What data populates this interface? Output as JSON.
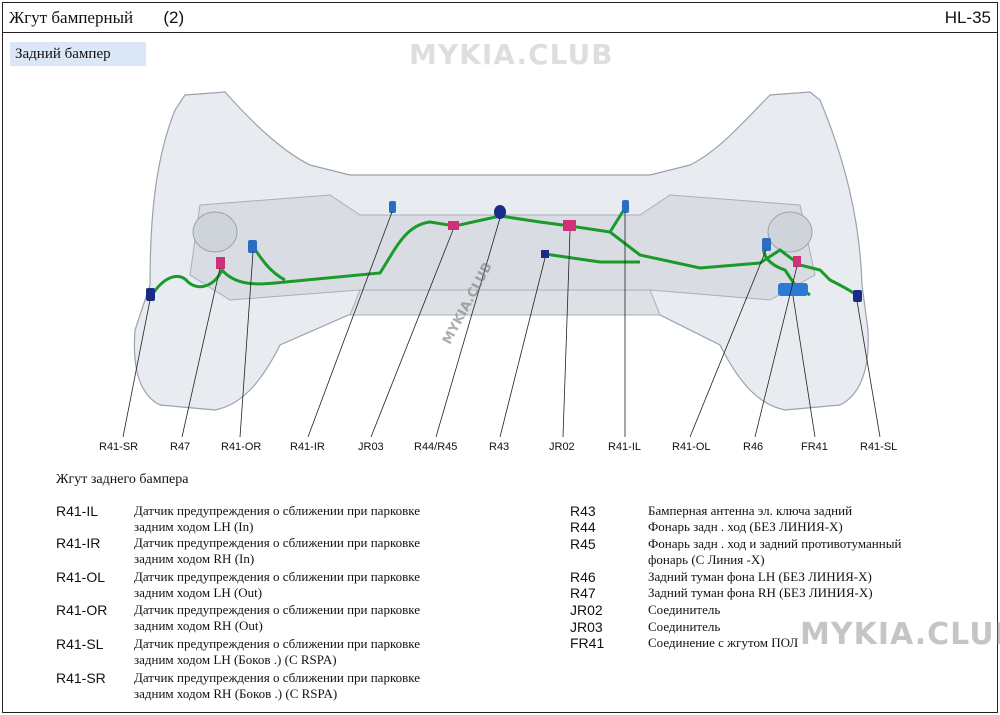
{
  "header": {
    "title": "Жгут  бамперный",
    "title_num": "(2)",
    "page_code": "HL-35"
  },
  "section": {
    "label": "Задний   бампер"
  },
  "watermarks": {
    "top": "MYKIA.CLUB",
    "diagonal": "MYKIA.CLUB",
    "bottom": "MYKIA.CLUB"
  },
  "callouts": [
    {
      "id": "c1",
      "label": "R41-SR"
    },
    {
      "id": "c2",
      "label": "R47"
    },
    {
      "id": "c3",
      "label": "R41-OR"
    },
    {
      "id": "c4",
      "label": "R41-IR"
    },
    {
      "id": "c5",
      "label": "JR03"
    },
    {
      "id": "c6",
      "label": "R44/R45"
    },
    {
      "id": "c7",
      "label": "R43"
    },
    {
      "id": "c8",
      "label": "JR02"
    },
    {
      "id": "c9",
      "label": "R41-IL"
    },
    {
      "id": "c10",
      "label": "R41-OL"
    },
    {
      "id": "c11",
      "label": "R46"
    },
    {
      "id": "c12",
      "label": "FR41"
    },
    {
      "id": "c13",
      "label": "R41-SL"
    }
  ],
  "legend": {
    "title": "Жгут  заднего    бампера",
    "left": [
      {
        "code": "R41-IL",
        "line1": "Датчик  предупреждения     о сближении   при парковке",
        "line2": "задним  ходом  LH (In)"
      },
      {
        "code": "R41-IR",
        "line1": "Датчик  предупреждения     о сближении   при парковке",
        "line2": "задним  ходом  RH (In)"
      },
      {
        "code": "R41-OL",
        "line1": "Датчик  предупреждения     о сближении   при парковке",
        "line2": "задним  ходом  LH (Out)"
      },
      {
        "code": "R41-OR",
        "line1": "Датчик  предупреждения     о сближении   при парковке",
        "line2": "задним  ходом  RH (Out)"
      },
      {
        "code": "R41-SL",
        "line1": "Датчик  предупреждения     о сближении   при парковке",
        "line2": "задним  ходом  LH (Боков .) (С RSPA)"
      },
      {
        "code": "R41-SR",
        "line1": "Датчик  предупреждения     о сближении   при парковке",
        "line2": "задним  ходом  RH (Боков .) (С RSPA)"
      }
    ],
    "right": [
      {
        "code": "R43",
        "line1": "Бамперная   антенна  эл. ключа  задний",
        "line2": ""
      },
      {
        "code": "R44",
        "line1": "Фонарь  задн . ход  (БЕЗ  ЛИНИЯ-Х)",
        "line2": ""
      },
      {
        "code": "R45",
        "line1": "Фонарь  задн . ход  и задний   противотуманный",
        "line2": "фонарь   (С Линия -Х)"
      },
      {
        "code": "R46",
        "line1": "Задний  туман  фона  LH (БЕЗ  ЛИНИЯ-Х)",
        "line2": ""
      },
      {
        "code": "R47",
        "line1": "Задний  туман  фона  RH (БЕЗ  ЛИНИЯ-Х)",
        "line2": ""
      },
      {
        "code": "JR02",
        "line1": "Соединитель",
        "line2": ""
      },
      {
        "code": "JR03",
        "line1": "Соединитель",
        "line2": ""
      },
      {
        "code": "FR41",
        "line1": "Соединение   с жгутом  ПОЛ",
        "line2": ""
      }
    ]
  },
  "colors": {
    "harness": "#1a9a2a",
    "connector_dark": "#1a2b8a",
    "connector_pink": "#d0307a",
    "bumper": "#e8ebef"
  }
}
